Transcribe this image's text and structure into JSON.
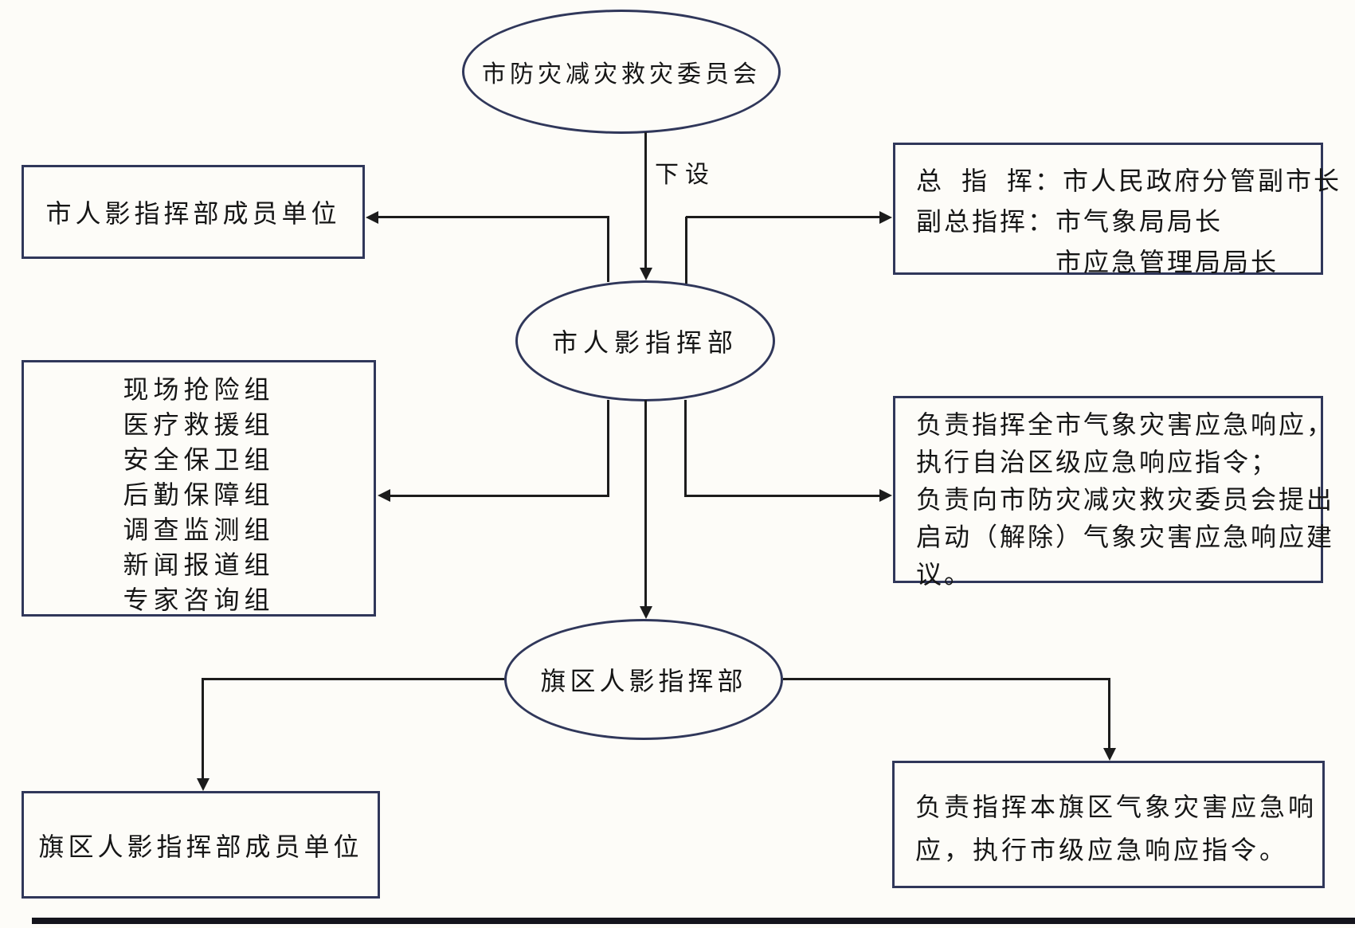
{
  "diagram_title": "气象灾害应急指挥组织体系图",
  "colors": {
    "node_border": "#30375a",
    "connector": "#1c1c1c",
    "text": "#161616",
    "background": "#fdfcf8",
    "footer_rule": "#14141c"
  },
  "nodes": {
    "committee": {
      "label": "市防灾减灾救灾委员会"
    },
    "city_hq": {
      "label": "市人影指挥部"
    },
    "banner_hq": {
      "label": "旗区人影指挥部"
    },
    "member_units": {
      "label": "市人影指挥部成员单位"
    },
    "commanders": {
      "lines": [
        "总  指  挥：市人民政府分管副市长",
        "副总指挥：市气象局局长",
        "　　　　　市应急管理局局长"
      ]
    },
    "work_groups": {
      "lines": [
        "现场抢险组",
        "医疗救援组",
        "安全保卫组",
        "后勤保障组",
        "调查监测组",
        "新闻报道组",
        "专家咨询组"
      ]
    },
    "city_duty": {
      "lines": [
        "负责指挥全市气象灾害应急响应，",
        "执行自治区级应急响应指令；",
        "负责向市防灾减灾救灾委员会提出",
        "启动（解除）气象灾害应急响应建",
        "议。"
      ]
    },
    "banner_members": {
      "label": "旗区人影指挥部成员单位"
    },
    "banner_duty": {
      "lines": [
        "负责指挥本旗区气象灾害应急响",
        "应，执行市级应急响应指令。"
      ]
    }
  },
  "edges": {
    "committee_to_city_hq_label": "下设"
  }
}
